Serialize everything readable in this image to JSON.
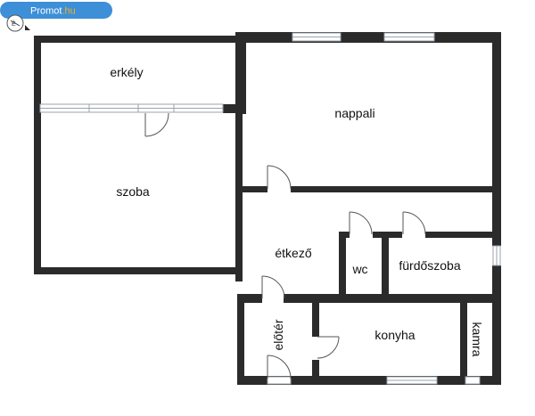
{
  "badge": {
    "brand": "Promot",
    "suffix": ".hu",
    "bg_color": "#3d8fd8",
    "suffix_color": "#f6b21a"
  },
  "compass": {
    "icon": "compass-icon",
    "letter": "É"
  },
  "colors": {
    "wall": "#2b2b2b",
    "window": "#cfd6dc",
    "door": "#555555"
  },
  "rooms": {
    "erkely": "erkély",
    "nappali": "nappali",
    "szoba": "szoba",
    "etkezo": "étkező",
    "wc": "wc",
    "furdoszoba": "fürdőszoba",
    "eloter": "előtér",
    "konyha": "konyha",
    "kamra": "kamra"
  }
}
